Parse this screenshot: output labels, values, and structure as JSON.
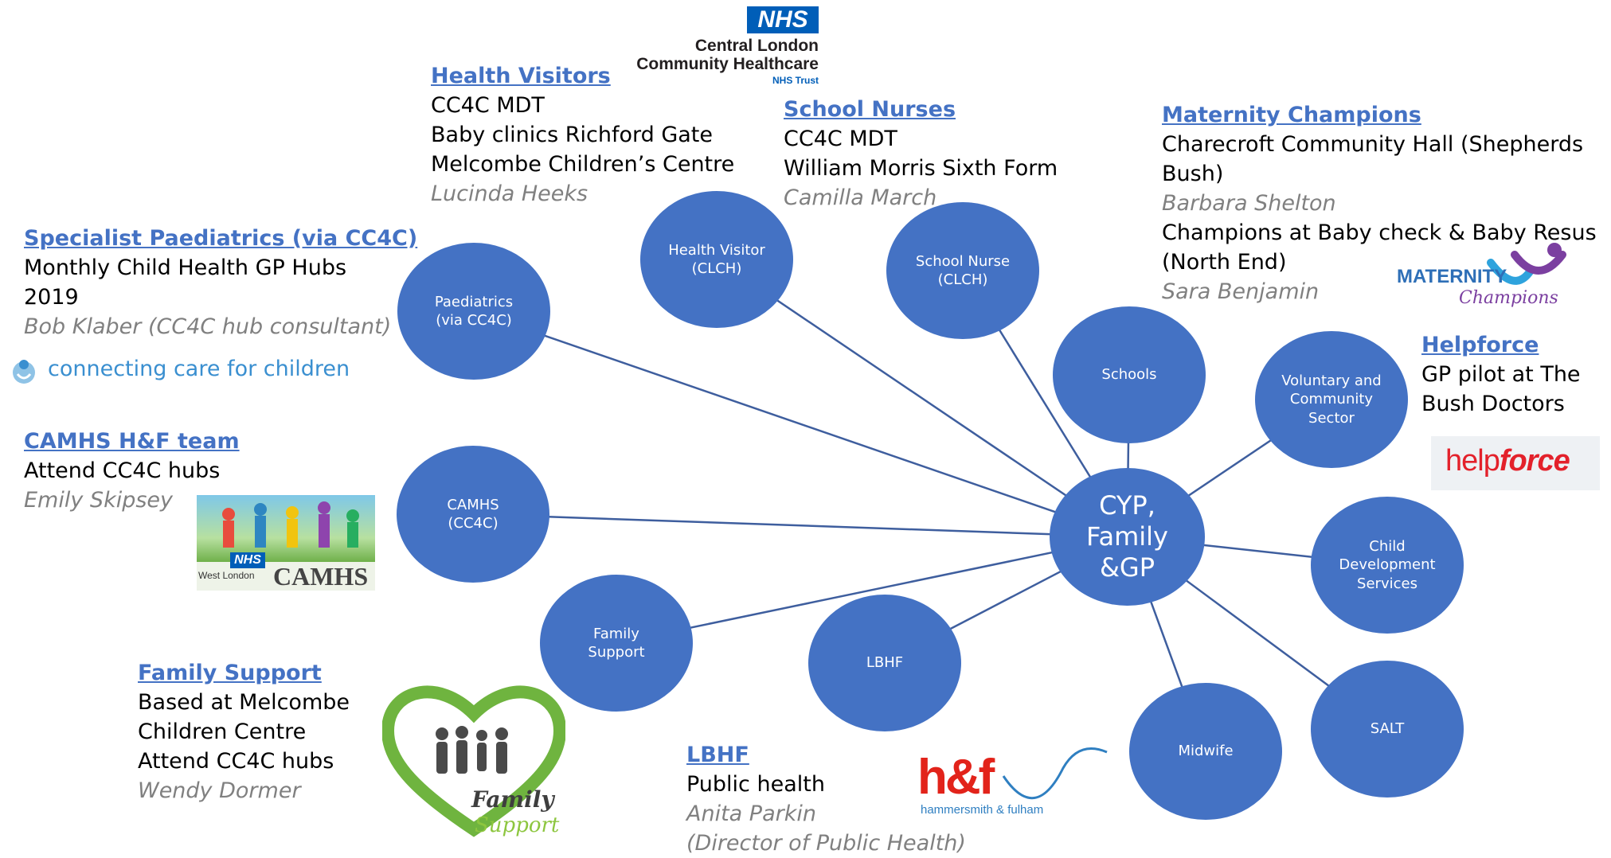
{
  "colors": {
    "node_fill": "#4472C4",
    "edge": "#3E5E9E",
    "heading": "#4472C4",
    "contact": "#808080",
    "text": "#000000"
  },
  "center_node": {
    "label": "CYP,\nFamily\n&GP"
  },
  "nodes": [
    {
      "id": "paediatrics",
      "label": "Paediatrics\n(via CC4C)"
    },
    {
      "id": "health-visitor",
      "label": "Health Visitor\n(CLCH)"
    },
    {
      "id": "school-nurse",
      "label": "School Nurse\n(CLCH)"
    },
    {
      "id": "schools",
      "label": "Schools"
    },
    {
      "id": "voluntary",
      "label": "Voluntary and\nCommunity\nSector"
    },
    {
      "id": "camhs",
      "label": "CAMHS\n(CC4C)"
    },
    {
      "id": "child-dev",
      "label": "Child\nDevelopment\nServices"
    },
    {
      "id": "family-support",
      "label": "Family\nSupport"
    },
    {
      "id": "lbhf",
      "label": "LBHF"
    },
    {
      "id": "midwife",
      "label": "Midwife"
    },
    {
      "id": "salt",
      "label": "SALT"
    }
  ],
  "blocks": {
    "health_visitors": {
      "heading": "Health Visitors",
      "lines": [
        "CC4C MDT",
        "Baby clinics Richford Gate",
        "Melcombe Children’s Centre"
      ],
      "contact": "Lucinda Heeks"
    },
    "school_nurses": {
      "heading": "School Nurses",
      "lines": [
        "CC4C MDT",
        "William Morris Sixth Form"
      ],
      "contact": "Camilla March"
    },
    "maternity": {
      "heading": "Maternity Champions",
      "line1a": "Charecroft Community Hall (Shepherds",
      "line1b": "Bush)",
      "contact1": "Barbara Shelton",
      "line2a": "Champions at Baby check & Baby Resus",
      "line2b": "(North End)",
      "contact2": "Sara Benjamin"
    },
    "paediatrics": {
      "heading": "Specialist Paediatrics (via CC4C)",
      "lines": [
        "Monthly Child Health GP Hubs",
        "2019"
      ],
      "contact": "Bob Klaber (CC4C hub consultant)"
    },
    "helpforce": {
      "heading": "Helpforce",
      "lines": [
        "GP pilot at The",
        "Bush Doctors"
      ]
    },
    "camhs": {
      "heading": "CAMHS H&F team",
      "lines": [
        "Attend CC4C hubs"
      ],
      "contact": "Emily Skipsey"
    },
    "family_support": {
      "heading": "Family Support",
      "lines": [
        "Based at Melcombe",
        "Children Centre",
        "Attend CC4C hubs"
      ],
      "contact": "Wendy Dormer"
    },
    "lbhf": {
      "heading": "LBHF",
      "lines": [
        "Public health"
      ],
      "contact": "Anita Parkin",
      "contact2": "(Director of Public Health)"
    }
  },
  "logos": {
    "nhs_clch": {
      "badge": "NHS",
      "line1": "Central London",
      "line2": "Community Healthcare",
      "line3": "NHS Trust",
      "icon": "nhs-logo"
    },
    "cc4c": {
      "text": "connecting care for children",
      "icon": "cc4c-logo"
    },
    "camhs": {
      "badge": "NHS",
      "org": "West London",
      "name": "CAMHS",
      "icon": "camhs-logo"
    },
    "maternity": {
      "line1": "MATERNITY",
      "line2": "Champions",
      "icon": "maternity-champions-logo"
    },
    "helpforce": {
      "text1": "help",
      "text2": "force",
      "icon": "helpforce-logo"
    },
    "hf": {
      "text": "h&f",
      "sub": "hammersmith & fulham",
      "icon": "hf-logo"
    },
    "family_support": {
      "line1": "Family",
      "line2": "Support",
      "icon": "family-support-logo"
    }
  }
}
